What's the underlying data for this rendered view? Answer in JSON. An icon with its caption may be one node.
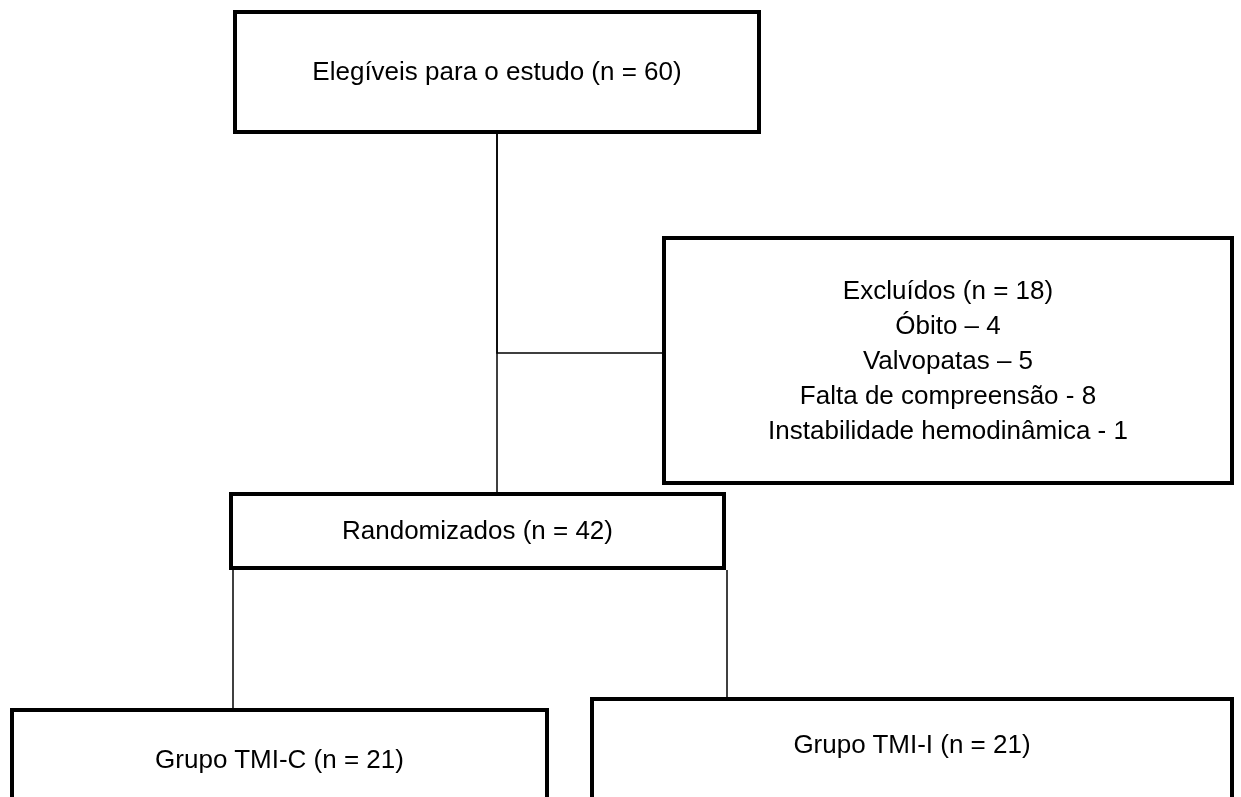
{
  "diagram": {
    "nodes": [
      {
        "text": [
          "Elegíveis para o estudo (n = 60)"
        ]
      },
      {
        "text": [
          "Excluídos (n = 18)",
          "Óbito – 4",
          "Valvopatas – 5",
          "Falta de compreensão - 8",
          "Instabilidade hemodinâmica - 1"
        ]
      },
      {
        "text": [
          "Randomizados (n = 42)"
        ]
      },
      {
        "text": [
          "Grupo TMI-C (n = 21)"
        ]
      },
      {
        "text": [
          "Grupo TMI-I (n = 21)"
        ]
      }
    ],
    "edges": [
      {
        "from": 0,
        "to": 1,
        "arrow": "none"
      },
      {
        "from": 0,
        "to": 2,
        "arrow": "none"
      },
      {
        "from": 2,
        "to": 3,
        "arrow": "none"
      },
      {
        "from": 2,
        "to": 4,
        "arrow": "none"
      }
    ]
  }
}
